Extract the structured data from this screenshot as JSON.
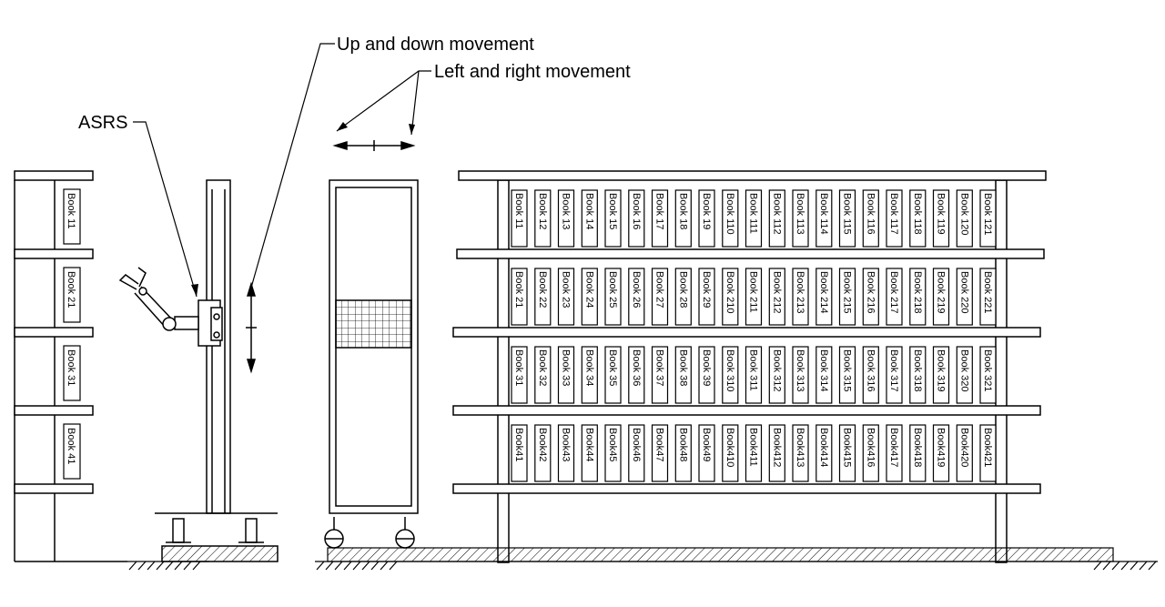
{
  "annotations": {
    "asrs": "ASRS",
    "up_down": "Up and down movement",
    "left_right": "Left and right movement"
  },
  "left_shelf": {
    "books": [
      "Book 11",
      "Book 21",
      "Book 31",
      "Book 41"
    ]
  },
  "front_shelf": {
    "rows": [
      [
        "Book 11",
        "Book 12",
        "Book 13",
        "Book 14",
        "Book 15",
        "Book 16",
        "Book 17",
        "Book 18",
        "Book 19",
        "Book 110",
        "Book 111",
        "Book 112",
        "Book 113",
        "Book 114",
        "Book 115",
        "Book 116",
        "Book 117",
        "Book 118",
        "Book 119",
        "Book 120",
        "Book 121"
      ],
      [
        "Book 21",
        "Book 22",
        "Book 23",
        "Book 24",
        "Book 25",
        "Book 26",
        "Book 27",
        "Book 28",
        "Book 29",
        "Book 210",
        "Book 211",
        "Book 212",
        "Book 213",
        "Book 214",
        "Book 215",
        "Book 216",
        "Book 217",
        "Book 218",
        "Book 219",
        "Book 220",
        "Book 221"
      ],
      [
        "Book 31",
        "Book 32",
        "Book 33",
        "Book 34",
        "Book 35",
        "Book 36",
        "Book 37",
        "Book 38",
        "Book 39",
        "Book 310",
        "Book 311",
        "Book 312",
        "Book 313",
        "Book 314",
        "Book 315",
        "Book 316",
        "Book 317",
        "Book 318",
        "Book 319",
        "Book 320",
        "Book 321"
      ],
      [
        "Book41",
        "Book42",
        "Book43",
        "Book44",
        "Book45",
        "Book46",
        "Book47",
        "Book48",
        "Book49",
        "Book410",
        "Book411",
        "Book412",
        "Book413",
        "Book414",
        "Book415",
        "Book416",
        "Book417",
        "Book418",
        "Book419",
        "Book420",
        "Book421"
      ]
    ]
  }
}
